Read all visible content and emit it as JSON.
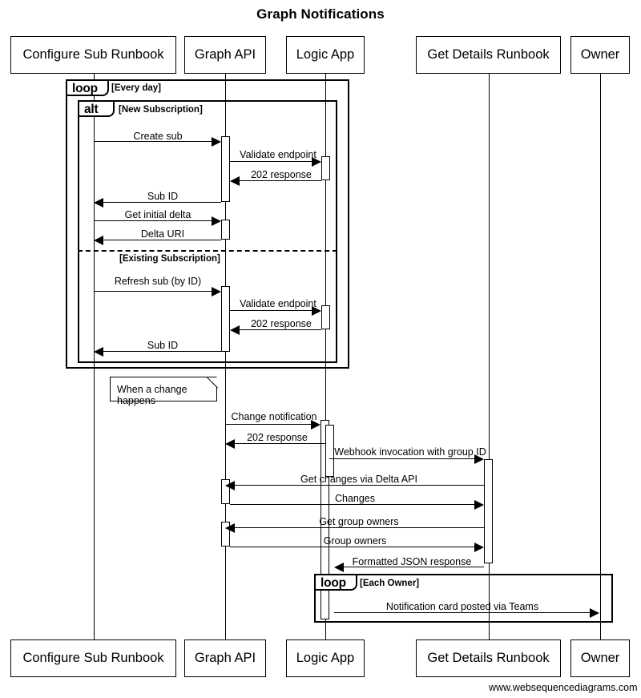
{
  "diagram": {
    "title": "Graph Notifications",
    "footer": "www.websequencediagrams.com",
    "note": "When a change happens"
  },
  "actors": [
    {
      "id": "configure",
      "label": "Configure Sub Runbook"
    },
    {
      "id": "graph",
      "label": "Graph API"
    },
    {
      "id": "logic",
      "label": "Logic App"
    },
    {
      "id": "details",
      "label": "Get Details Runbook"
    },
    {
      "id": "owner",
      "label": "Owner"
    }
  ],
  "actors_bottom": [
    {
      "id": "configure",
      "label": "Configure Sub Runbook"
    },
    {
      "id": "graph",
      "label": "Graph API"
    },
    {
      "id": "logic",
      "label": "Logic App"
    },
    {
      "id": "details",
      "label": "Get Details Runbook"
    },
    {
      "id": "owner",
      "label": "Owner"
    }
  ],
  "frames": [
    {
      "id": "loop-every-day",
      "kind": "loop",
      "condition": "[Every day]"
    },
    {
      "id": "alt-subscription",
      "kind": "alt",
      "condition": "[New Subscription]",
      "alt_condition": "[Existing Subscription]"
    },
    {
      "id": "loop-each-owner",
      "kind": "loop",
      "condition": "[Each Owner]"
    }
  ],
  "messages": [
    {
      "id": "m1",
      "label": "Create sub",
      "from": "configure",
      "to": "graph",
      "dir": "right"
    },
    {
      "id": "m2",
      "label": "Validate endpoint",
      "from": "graph",
      "to": "logic",
      "dir": "right"
    },
    {
      "id": "m3",
      "label": "202 response",
      "from": "logic",
      "to": "graph",
      "dir": "left"
    },
    {
      "id": "m4",
      "label": "Sub ID",
      "from": "graph",
      "to": "configure",
      "dir": "left"
    },
    {
      "id": "m5",
      "label": "Get initial delta",
      "from": "configure",
      "to": "graph",
      "dir": "right"
    },
    {
      "id": "m6",
      "label": "Delta URI",
      "from": "graph",
      "to": "configure",
      "dir": "left"
    },
    {
      "id": "m7",
      "label": "Refresh sub (by ID)",
      "from": "configure",
      "to": "graph",
      "dir": "right"
    },
    {
      "id": "m8",
      "label": "Validate endpoint",
      "from": "graph",
      "to": "logic",
      "dir": "right"
    },
    {
      "id": "m9",
      "label": "202 response",
      "from": "logic",
      "to": "graph",
      "dir": "left"
    },
    {
      "id": "m10",
      "label": "Sub ID",
      "from": "graph",
      "to": "configure",
      "dir": "left"
    },
    {
      "id": "m11",
      "label": "Change notification",
      "from": "graph",
      "to": "logic",
      "dir": "right"
    },
    {
      "id": "m12",
      "label": "202 response",
      "from": "logic",
      "to": "graph",
      "dir": "left"
    },
    {
      "id": "m13",
      "label": "Webhook invocation with group ID",
      "from": "logic",
      "to": "details",
      "dir": "right"
    },
    {
      "id": "m14",
      "label": "Get changes via Delta API",
      "from": "details",
      "to": "graph",
      "dir": "left"
    },
    {
      "id": "m15",
      "label": "Changes",
      "from": "graph",
      "to": "details",
      "dir": "right"
    },
    {
      "id": "m16",
      "label": "Get group owners",
      "from": "details",
      "to": "graph",
      "dir": "left"
    },
    {
      "id": "m17",
      "label": "Group owners",
      "from": "graph",
      "to": "details",
      "dir": "right"
    },
    {
      "id": "m18",
      "label": "Formatted JSON response",
      "from": "details",
      "to": "logic",
      "dir": "left"
    },
    {
      "id": "m19",
      "label": "Notification card posted via Teams",
      "from": "logic",
      "to": "owner",
      "dir": "right"
    }
  ]
}
